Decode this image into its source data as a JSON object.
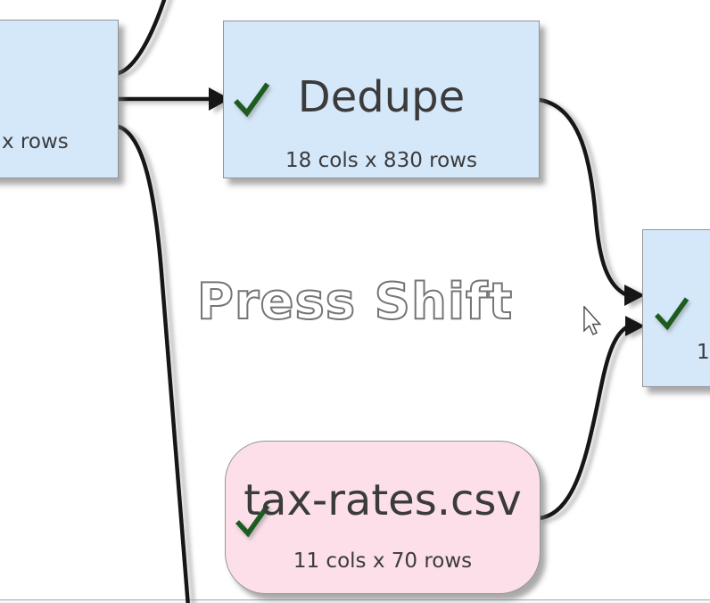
{
  "watermark_text": "Press Shift",
  "nodes": {
    "left": {
      "visible_text": "x rows"
    },
    "dedupe": {
      "title": "Dedupe",
      "subtitle": "18 cols x 830 rows"
    },
    "right": {
      "visible_text": "1"
    },
    "tax_rates": {
      "title": "tax-rates.csv",
      "subtitle": "11 cols x 70 rows"
    }
  },
  "colors": {
    "node_blue_fill": "#d5e8fa",
    "node_pink_fill": "#fcdfe8",
    "node_border": "#949494",
    "node_text": "#3b3b3b",
    "check_green": "#1d5c20",
    "connector_black": "#151515",
    "watermark_outline": "#757575"
  }
}
